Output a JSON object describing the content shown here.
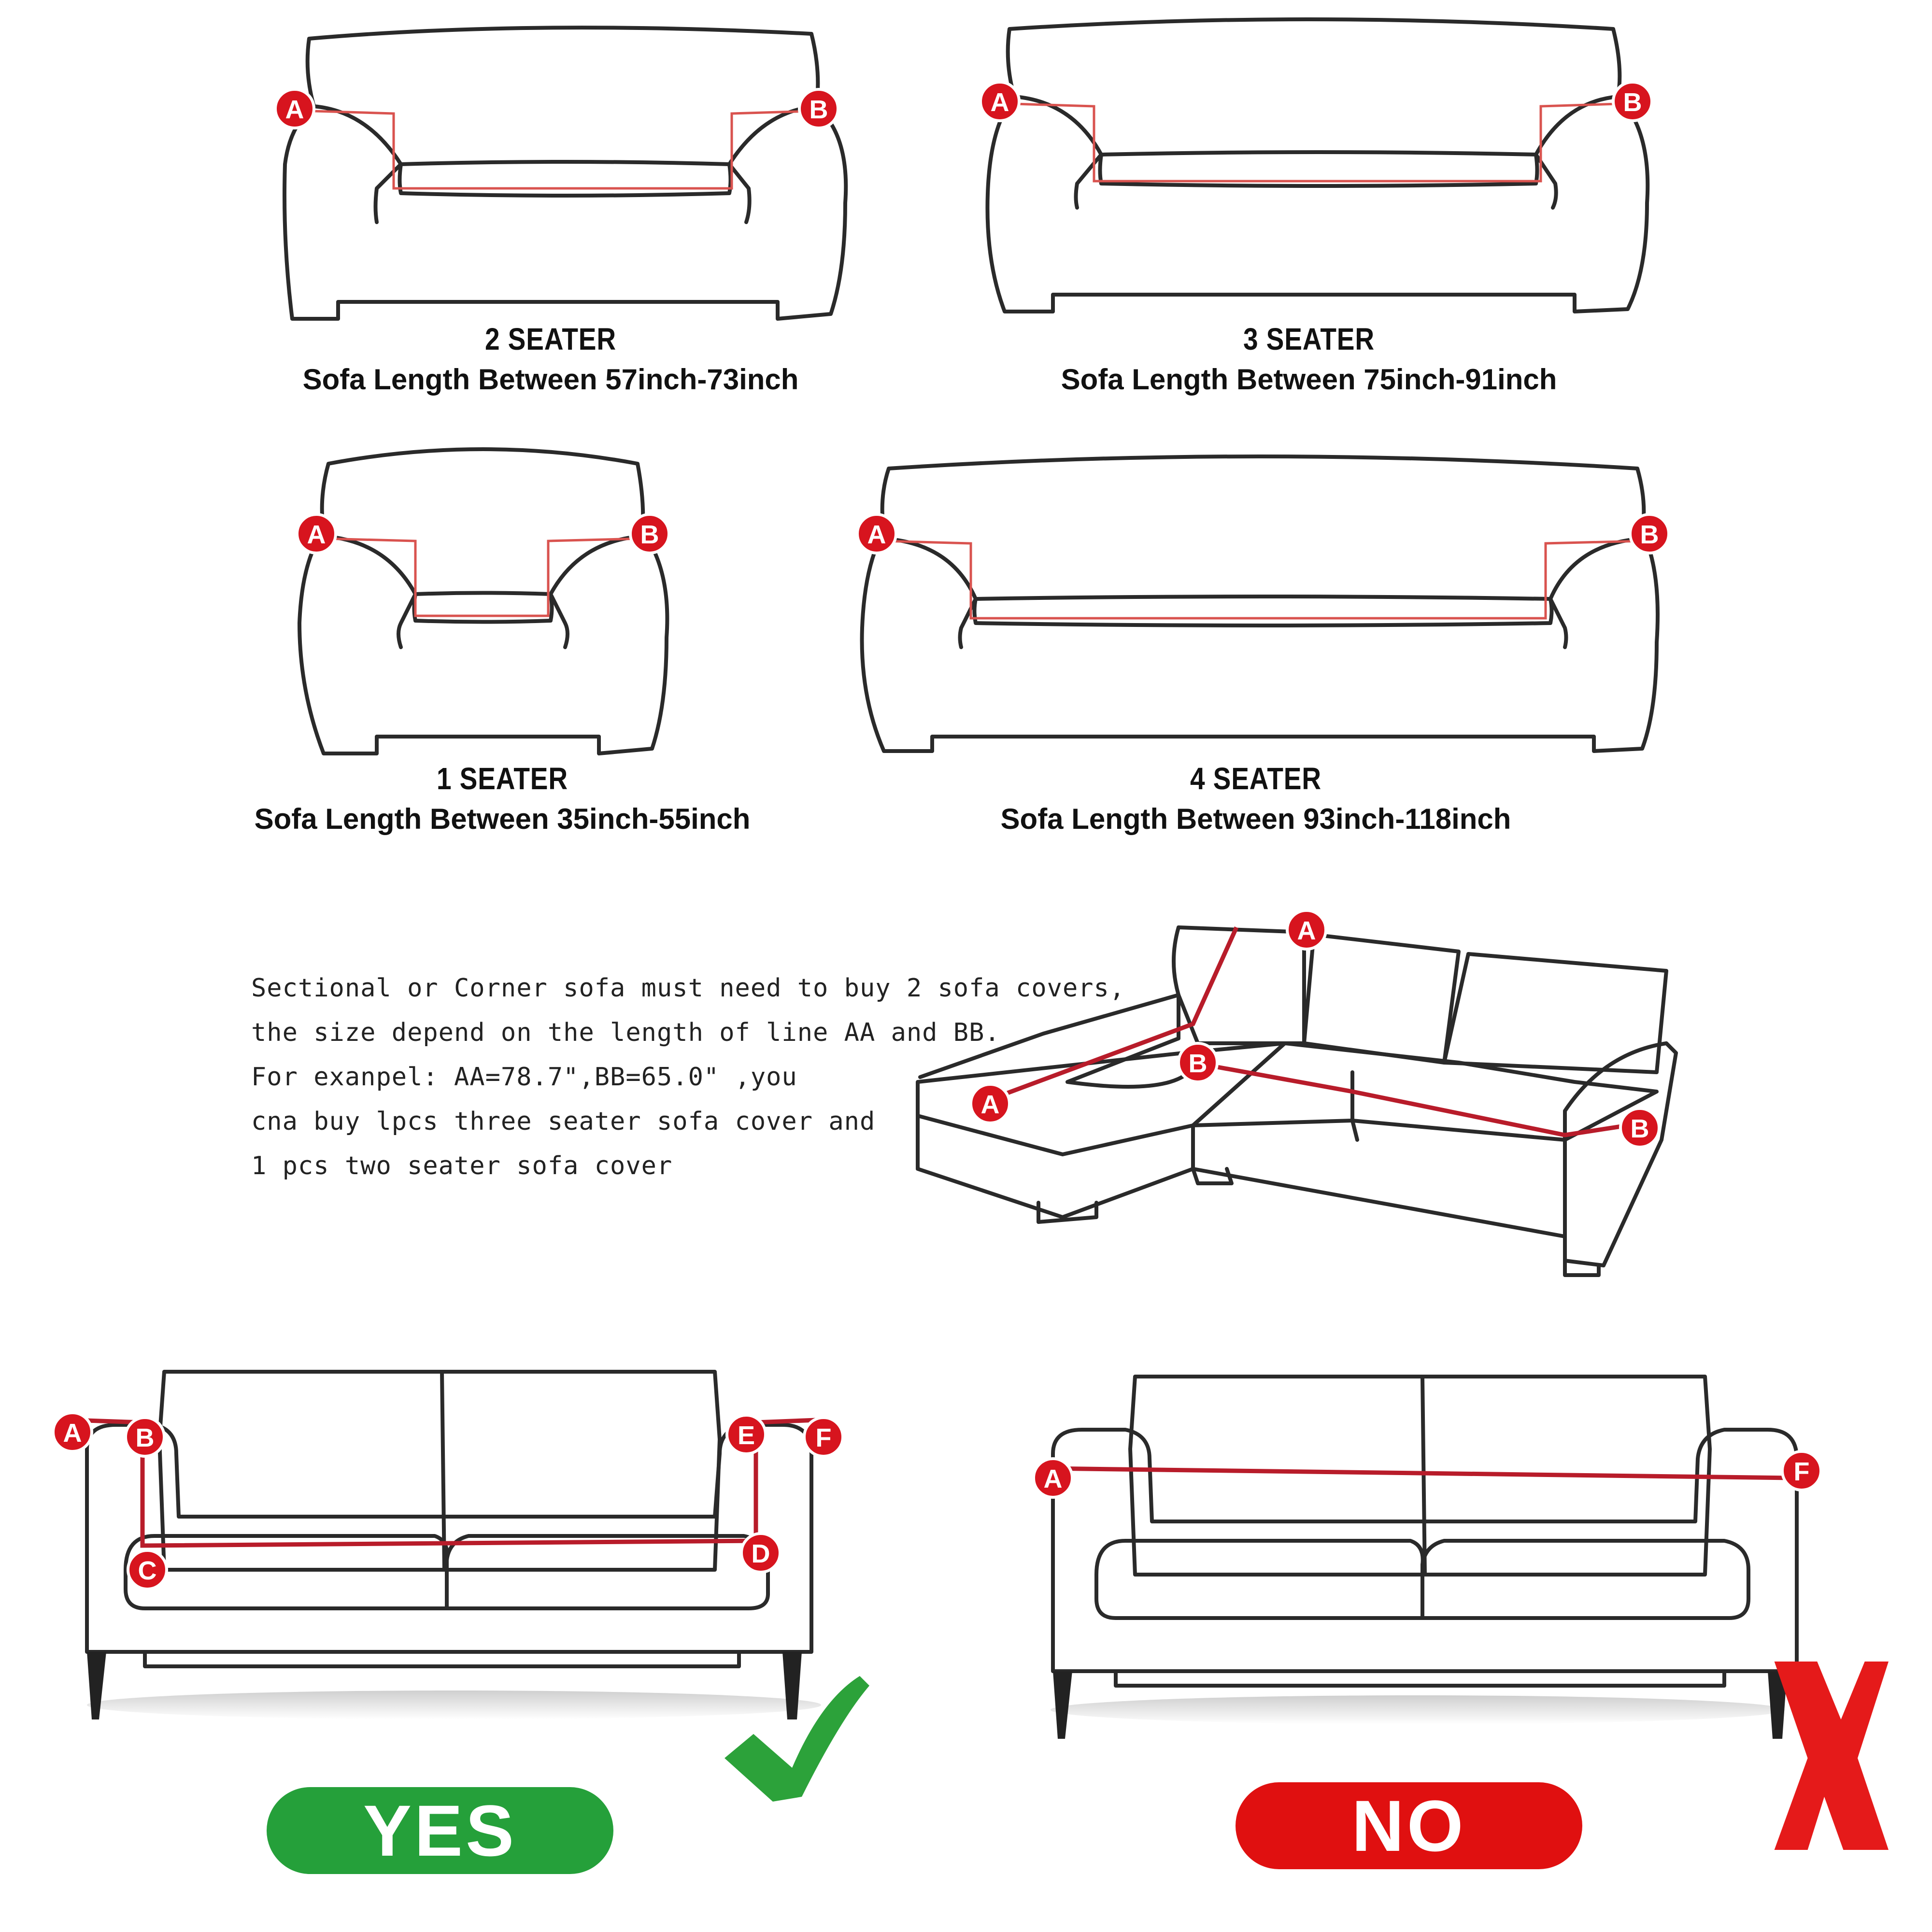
{
  "sofas": [
    {
      "key": "two",
      "title": "2 SEATER",
      "range": "Sofa Length Between 57inch-73inch"
    },
    {
      "key": "three",
      "title": "3 SEATER",
      "range": "Sofa Length Between 75inch-91inch"
    },
    {
      "key": "one",
      "title": "1 SEATER",
      "range": "Sofa Length Between 35inch-55inch"
    },
    {
      "key": "four",
      "title": "4 SEATER",
      "range": "Sofa Length Between 93inch-118inch"
    }
  ],
  "note": {
    "lines": [
      "Sectional or Corner sofa must need to buy 2 sofa covers,",
      "the size depend on the length of line AA and BB.",
      "For exanpel: AA=78.7\",BB=65.0\" ,you",
      "cna buy lpcs three seater sofa cover and",
      "1 pcs two seater sofa cover"
    ]
  },
  "markers": {
    "A": "A",
    "B": "B",
    "C": "C",
    "D": "D",
    "E": "E",
    "F": "F"
  },
  "verdicts": {
    "yes": "YES",
    "no": "NO",
    "check_icon": "check-mark-icon",
    "cross_icon": "cross-x-icon"
  },
  "colors": {
    "marker": "#d7141e",
    "measure_line": "#b81c2a",
    "yes": "#25a03a",
    "no": "#e01010"
  }
}
